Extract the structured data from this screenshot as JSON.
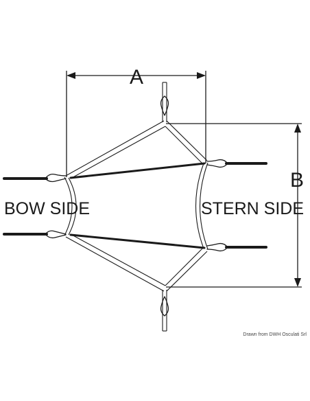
{
  "labels": {
    "dimension_a": "A",
    "dimension_b": "B",
    "bow_side": "BOW SIDE",
    "stern_side": "STERN SIDE"
  },
  "credit": "Drawn from DWH Osculati Srl",
  "colors": {
    "line": "#1a1a1a",
    "guide": "#555555",
    "background": "#ffffff"
  }
}
